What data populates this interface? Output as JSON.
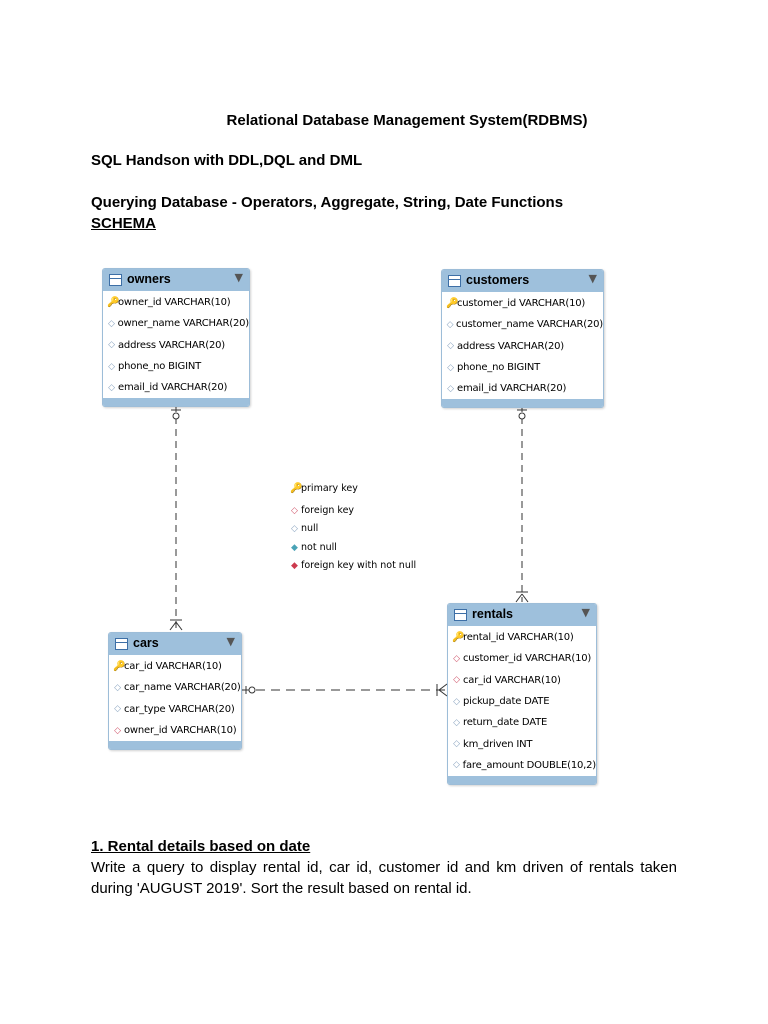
{
  "document": {
    "title": "Relational Database Management System(RDBMS)",
    "subtitle1": "SQL Handson with DDL,DQL and DML",
    "subtitle2": "Querying Database - Operators, Aggregate, String, Date Functions",
    "schema_label": "SCHEMA"
  },
  "tables": {
    "owners": {
      "name": "owners",
      "columns": [
        {
          "text": "owner_id VARCHAR(10)",
          "icon": "primary-key-icon"
        },
        {
          "text": "owner_name VARCHAR(20)",
          "icon": "null-icon"
        },
        {
          "text": "address VARCHAR(20)",
          "icon": "null-icon"
        },
        {
          "text": "phone_no BIGINT",
          "icon": "null-icon"
        },
        {
          "text": "email_id VARCHAR(20)",
          "icon": "null-icon"
        }
      ]
    },
    "customers": {
      "name": "customers",
      "columns": [
        {
          "text": "customer_id VARCHAR(10)",
          "icon": "primary-key-icon"
        },
        {
          "text": "customer_name VARCHAR(20)",
          "icon": "null-icon"
        },
        {
          "text": "address VARCHAR(20)",
          "icon": "null-icon"
        },
        {
          "text": "phone_no BIGINT",
          "icon": "null-icon"
        },
        {
          "text": "email_id VARCHAR(20)",
          "icon": "null-icon"
        }
      ]
    },
    "cars": {
      "name": "cars",
      "columns": [
        {
          "text": "car_id VARCHAR(10)",
          "icon": "primary-key-icon"
        },
        {
          "text": "car_name VARCHAR(20)",
          "icon": "null-icon"
        },
        {
          "text": "car_type VARCHAR(20)",
          "icon": "null-icon"
        },
        {
          "text": "owner_id VARCHAR(10)",
          "icon": "foreign-key-icon"
        }
      ]
    },
    "rentals": {
      "name": "rentals",
      "columns": [
        {
          "text": "rental_id VARCHAR(10)",
          "icon": "primary-key-icon"
        },
        {
          "text": "customer_id VARCHAR(10)",
          "icon": "foreign-key-icon"
        },
        {
          "text": "car_id VARCHAR(10)",
          "icon": "foreign-key-icon"
        },
        {
          "text": "pickup_date DATE",
          "icon": "null-icon"
        },
        {
          "text": "return_date DATE",
          "icon": "null-icon"
        },
        {
          "text": "km_driven INT",
          "icon": "null-icon"
        },
        {
          "text": "fare_amount DOUBLE(10,2)",
          "icon": "null-icon"
        }
      ]
    }
  },
  "legend": {
    "primary_key": "primary key",
    "foreign_key": "foreign key",
    "null": "null",
    "not_null": "not null",
    "foreign_key_not_null": "foreign key with not null"
  },
  "question1": {
    "heading": "1. Rental details based on date",
    "text": "Write a query to display rental id, car id, customer id and km driven of rentals taken during 'AUGUST 2019'. Sort the result based on rental id."
  },
  "colors": {
    "table_header": "#9ec0dc",
    "primary_key": "#e3b100",
    "foreign_key": "#d0556a",
    "not_null": "#4aa3b6",
    "connector": "#333333"
  }
}
